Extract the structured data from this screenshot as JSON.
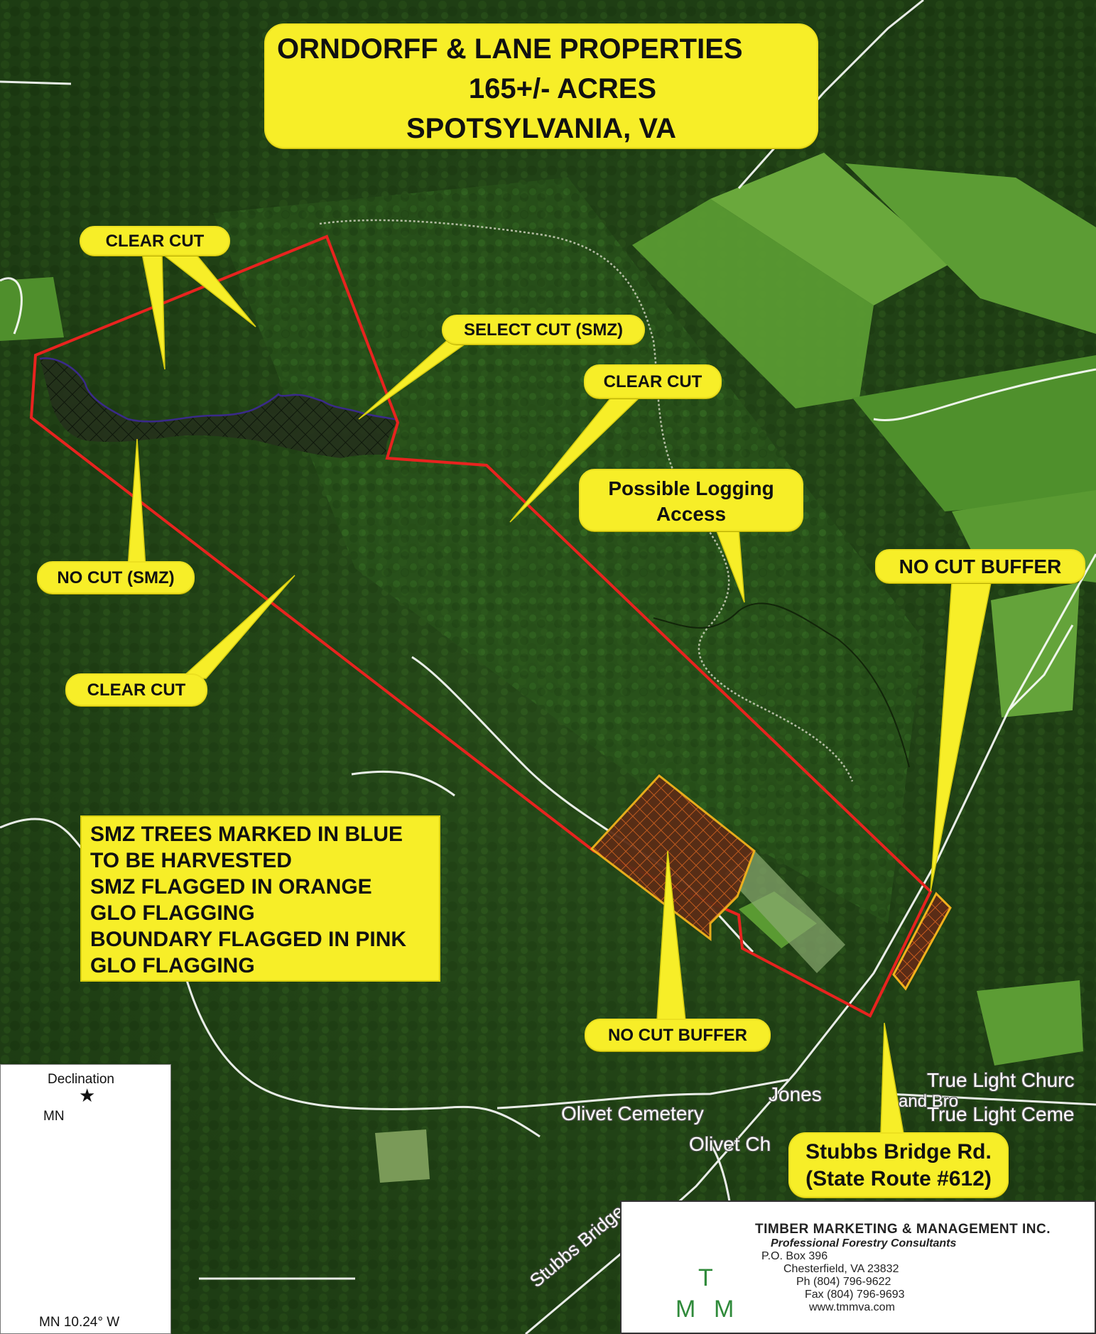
{
  "title": {
    "line1": "ORNDORFF & LANE PROPERTIES",
    "line2": "165+/- ACRES",
    "line3": "SPOTSYLVANIA, VA"
  },
  "callouts": {
    "clear_cut_top": "CLEAR CUT",
    "select_cut": "SELECT CUT (SMZ)",
    "clear_cut_middle": "CLEAR CUT",
    "no_cut_smz": "NO CUT (SMZ)",
    "clear_cut_bottom": "CLEAR CUT",
    "logging_access_line1": "Possible Logging",
    "logging_access_line2": "Access",
    "no_cut_buffer_right": "NO CUT BUFFER",
    "no_cut_buffer_bottom": "NO CUT BUFFER",
    "road_line1": "Stubbs Bridge Rd.",
    "road_line2": "(State Route #612)"
  },
  "notes": [
    "SMZ TREES MARKED IN BLUE",
    "TO BE HARVESTED",
    "SMZ FLAGGED IN ORANGE",
    "GLO FLAGGING",
    "BOUNDARY FLAGGED IN PINK",
    "GLO FLAGGING"
  ],
  "map_labels": {
    "jones": "Jones",
    "olivet_cemetery": "Olivet Cemetery",
    "olivet_church": "Olivet Ch",
    "true_light_church": "True Light Churc",
    "and_bro": "and Bro",
    "true_light_cemetery": "True Light Ceme",
    "stubbs_bridge": "Stubbs Bridge"
  },
  "compass": {
    "declination_label": "Declination",
    "mn_label": "MN",
    "mn_value": "MN 10.24° W",
    "star_icon": "star-icon"
  },
  "company": {
    "name": "TIMBER MARKETING & MANAGEMENT INC.",
    "tagline": "Professional Forestry Consultants",
    "address1": "P.O. Box 396",
    "address2": "Chesterfield, VA 23832",
    "phone": "Ph (804) 796-9622",
    "fax": "Fax (804) 796-9693",
    "website": "www.tmmva.com",
    "logo_letters": [
      "T",
      "M",
      "M"
    ]
  },
  "colors": {
    "boundary": "#e8231f",
    "smz_outline": "#3a2a8a",
    "buffer_outline": "#f2b21c",
    "callout_fill": "#f7ee28",
    "logo_green": "#2f8a3a"
  }
}
